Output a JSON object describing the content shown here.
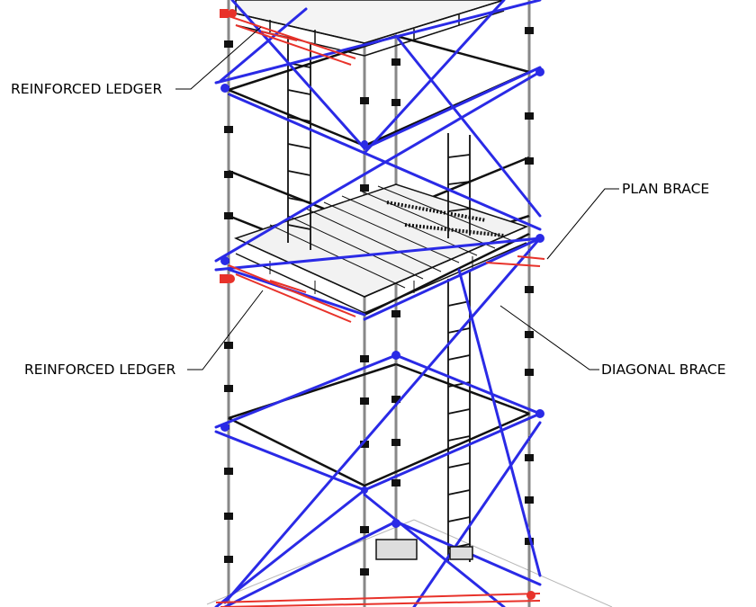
{
  "callouts": {
    "reinforced_ledger_top": "REINFORCED LEDGER",
    "plan_brace": "PLAN BRACE",
    "reinforced_ledger_mid": "REINFORCED LEDGER",
    "diagonal_brace": "DIAGONAL BRACE"
  },
  "colors": {
    "structure": "#111111",
    "brace": "#2a2ae6",
    "ledger": "#e8322a",
    "background": "#ffffff"
  }
}
